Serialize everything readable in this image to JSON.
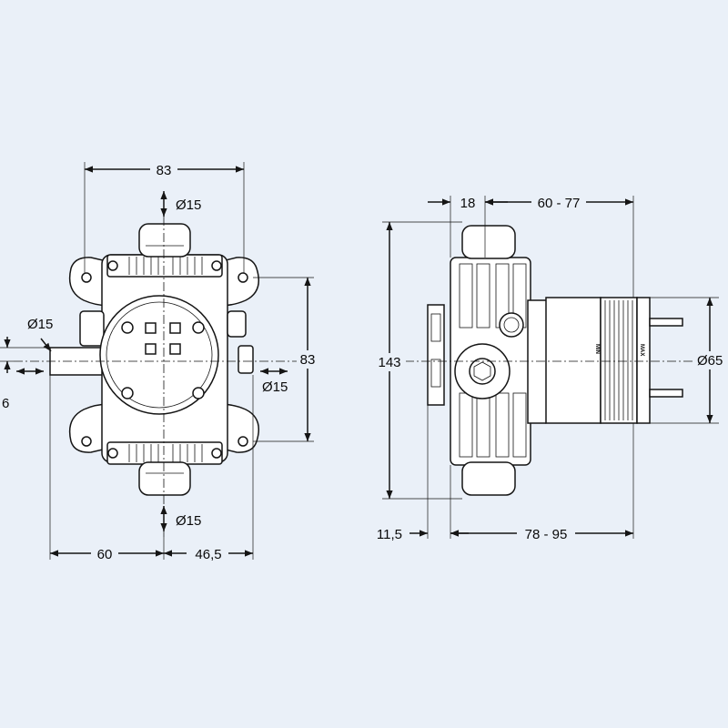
{
  "front_view": {
    "width_top": "83",
    "inlet_top": "Ø15",
    "outlet_left": "Ø15",
    "outlet_right": "Ø15",
    "inlet_bottom": "Ø15",
    "height_right": "83",
    "offset_left": "6",
    "left_extent": "60",
    "right_extent": "46,5"
  },
  "side_view": {
    "top_depth": "18",
    "top_range": "60 - 77",
    "height": "143",
    "diameter": "Ø65",
    "bottom_offset": "11,5",
    "bottom_range": "78 - 95",
    "mark_min": "MIN",
    "mark_max": "MAX"
  }
}
